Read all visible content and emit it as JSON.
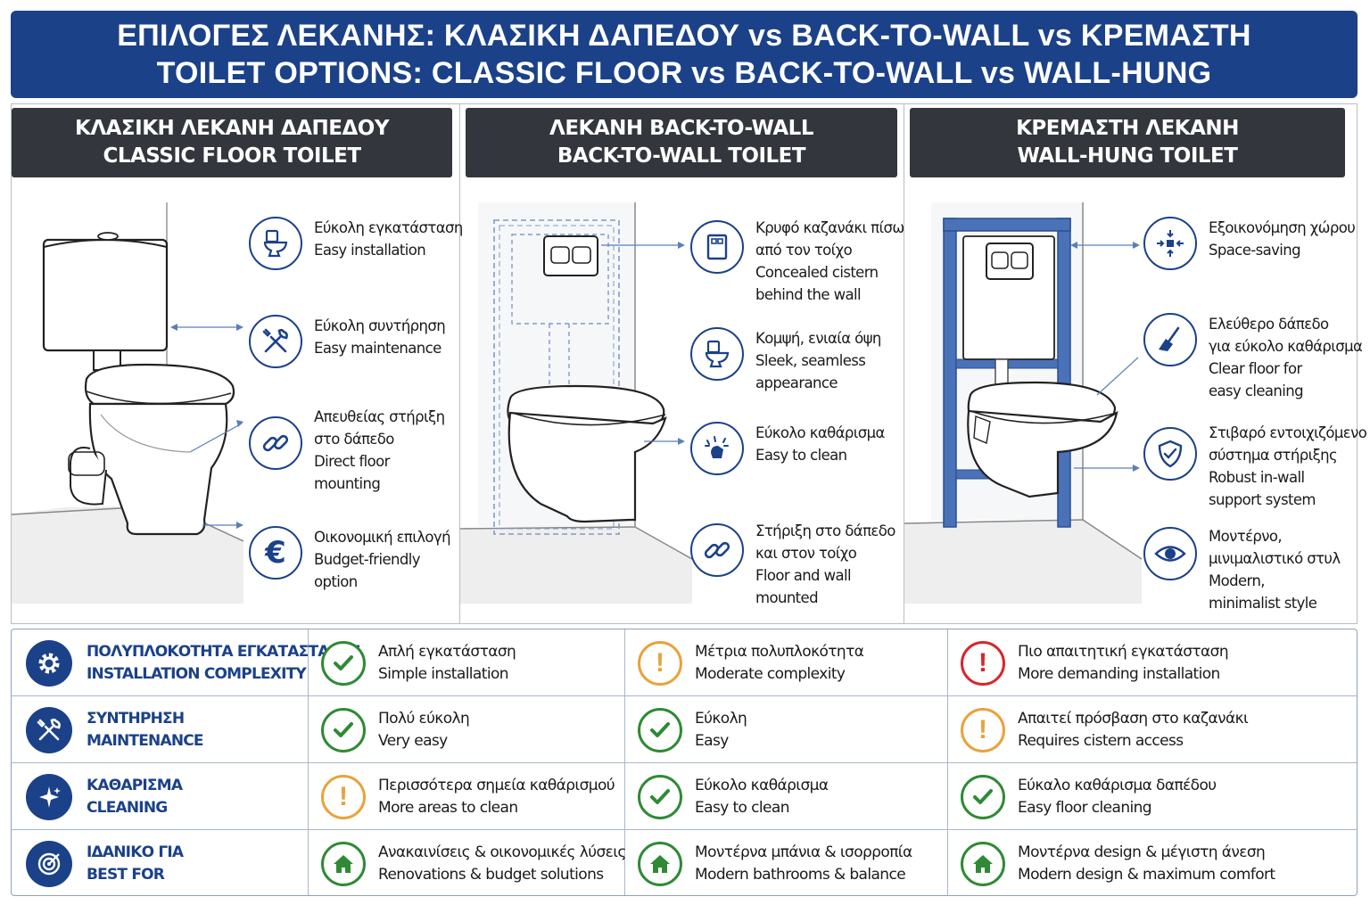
{
  "title": {
    "line1": "ΕΠΙΛΟΓΕΣ ΛΕΚΑΝΗΣ: ΚΛΑΣΙΚΗ ΔΑΠΕΔΟΥ vs BACK-TO-WALL vs ΚΡΕΜΑΣΤΗ",
    "line2": "TOILET OPTIONS: CLASSIC FLOOR vs BACK-TO-WALL vs WALL-HUNG"
  },
  "panels": [
    {
      "header_gr": "ΚΛΑΣΙΚΗ ΛΕΚΑΝΗ ΔΑΠΕΔΟΥ",
      "header_en": "CLASSIC FLOOR TOILET",
      "features": [
        {
          "icon": "toilet-icon",
          "lines": [
            "Εύκολη εγκατάσταση",
            "Easy installation"
          ]
        },
        {
          "icon": "tools-icon",
          "lines": [
            "Εύκολη συντήρηση",
            "Easy maintenance"
          ]
        },
        {
          "icon": "link-icon",
          "lines": [
            "Απευθείας στήριξη",
            "στο δάπεδο",
            "Direct floor",
            "mounting"
          ]
        },
        {
          "icon": "euro-icon",
          "lines": [
            "Οικονομική επιλογή",
            "Budget-friendly",
            "option"
          ]
        }
      ]
    },
    {
      "header_gr": "ΛΕΚΑΝΗ BACK-TO-WALL",
      "header_en": "BACK-TO-WALL TOILET",
      "features": [
        {
          "icon": "cistern-icon",
          "lines": [
            "Κρυφό καζανάκι πίσω",
            "από τον τοίχο",
            "Concealed cistern",
            "behind the wall"
          ]
        },
        {
          "icon": "toilet-icon",
          "lines": [
            "Κομψή, ενιαία όψη",
            "Sleek, seamless",
            "appearance"
          ]
        },
        {
          "icon": "sparkle-hand-icon",
          "lines": [
            "Εύκολο καθάρισμα",
            "Easy to clean"
          ]
        },
        {
          "icon": "link-icon",
          "lines": [
            "Στήριξη στο δάπεδο",
            "και στον τοίχο",
            "Floor and wall",
            "mounted"
          ]
        }
      ]
    },
    {
      "header_gr": "ΚΡΕΜΑΣΤΗ ΛΕΚΑΝΗ",
      "header_en": "WALL-HUNG TOILET",
      "features": [
        {
          "icon": "space-saving-icon",
          "lines": [
            "Εξοικονόμηση χώρου",
            "Space-saving"
          ]
        },
        {
          "icon": "broom-icon",
          "lines": [
            "Ελεύθερο δάπεδο",
            "για εύκολο καθάρισμα",
            "Clear floor for",
            "easy cleaning"
          ]
        },
        {
          "icon": "shield-check-icon",
          "lines": [
            "Στιβαρό εντοιχιζόμενο",
            "σύστημα στήριξης",
            "Robust in-wall",
            "support system"
          ]
        },
        {
          "icon": "eye-icon",
          "lines": [
            "Μοντέρνο,",
            "μινιμαλιστικό στυλ",
            "Modern,",
            "minimalist style"
          ]
        }
      ]
    }
  ],
  "table": {
    "rows": [
      {
        "icon": "gear-icon",
        "label": [
          "ΠΟΛΥΠΛΟΚΟΤΗΤΑ ΕΓΚΑΤΑΣΤΑΣΗΣ",
          "INSTALLATION COMPLEXITY"
        ],
        "cells": [
          {
            "status": "check",
            "lines": [
              "Απλή εγκατάσταση",
              "Simple installation"
            ]
          },
          {
            "status": "warning",
            "lines": [
              "Μέτρια πολυπλοκότητα",
              "Moderate complexity"
            ]
          },
          {
            "status": "alert",
            "lines": [
              "Πιο απαιτητική εγκατάσταση",
              "More demanding installation"
            ]
          }
        ]
      },
      {
        "icon": "tools-icon",
        "label": [
          "ΣΥΝΤΗΡΗΣΗ",
          "MAINTENANCE"
        ],
        "cells": [
          {
            "status": "check",
            "lines": [
              "Πολύ εύκολη",
              "Very easy"
            ]
          },
          {
            "status": "check",
            "lines": [
              "Εύκολη",
              "Easy"
            ]
          },
          {
            "status": "warning",
            "lines": [
              "Απαιτεί πρόσβαση στο καζανάκι",
              "Requires cistern access"
            ]
          }
        ]
      },
      {
        "icon": "sparkle-icon",
        "label": [
          "ΚΑΘΑΡΙΣΜΑ",
          "CLEANING"
        ],
        "cells": [
          {
            "status": "warning",
            "lines": [
              "Περισσότερα σημεία καθάρισμού",
              "More areas to clean"
            ]
          },
          {
            "status": "check",
            "lines": [
              "Εύκολο καθάρισμα",
              "Easy to clean"
            ]
          },
          {
            "status": "check",
            "lines": [
              "Εύκαλο καθάρισμα δαπέδου",
              "Easy floor cleaning"
            ]
          }
        ]
      },
      {
        "icon": "target-icon",
        "label": [
          "ΙΔΑΝΙΚΟ ΓΙΑ",
          "BEST FOR"
        ],
        "cells": [
          {
            "status": "home",
            "lines": [
              "Ανακαινίσεις & οικονομικές λύσεις",
              "Renovations & budget solutions"
            ]
          },
          {
            "status": "home",
            "lines": [
              "Μοντέρνα μπάνια & ισορροπία",
              "Modern bathrooms & balance"
            ]
          },
          {
            "status": "home",
            "lines": [
              "Μοντέρνα design & μέγιστη άνεση",
              "Modern design & maximum comfort"
            ]
          }
        ]
      }
    ]
  },
  "colors": {
    "brand_blue": "#1b4189",
    "header_dark": "#33363c",
    "check_green": "#2f8a35",
    "warning_orange": "#e9a23b",
    "alert_red": "#d8262b",
    "frame_blue": "#4a72b8"
  }
}
